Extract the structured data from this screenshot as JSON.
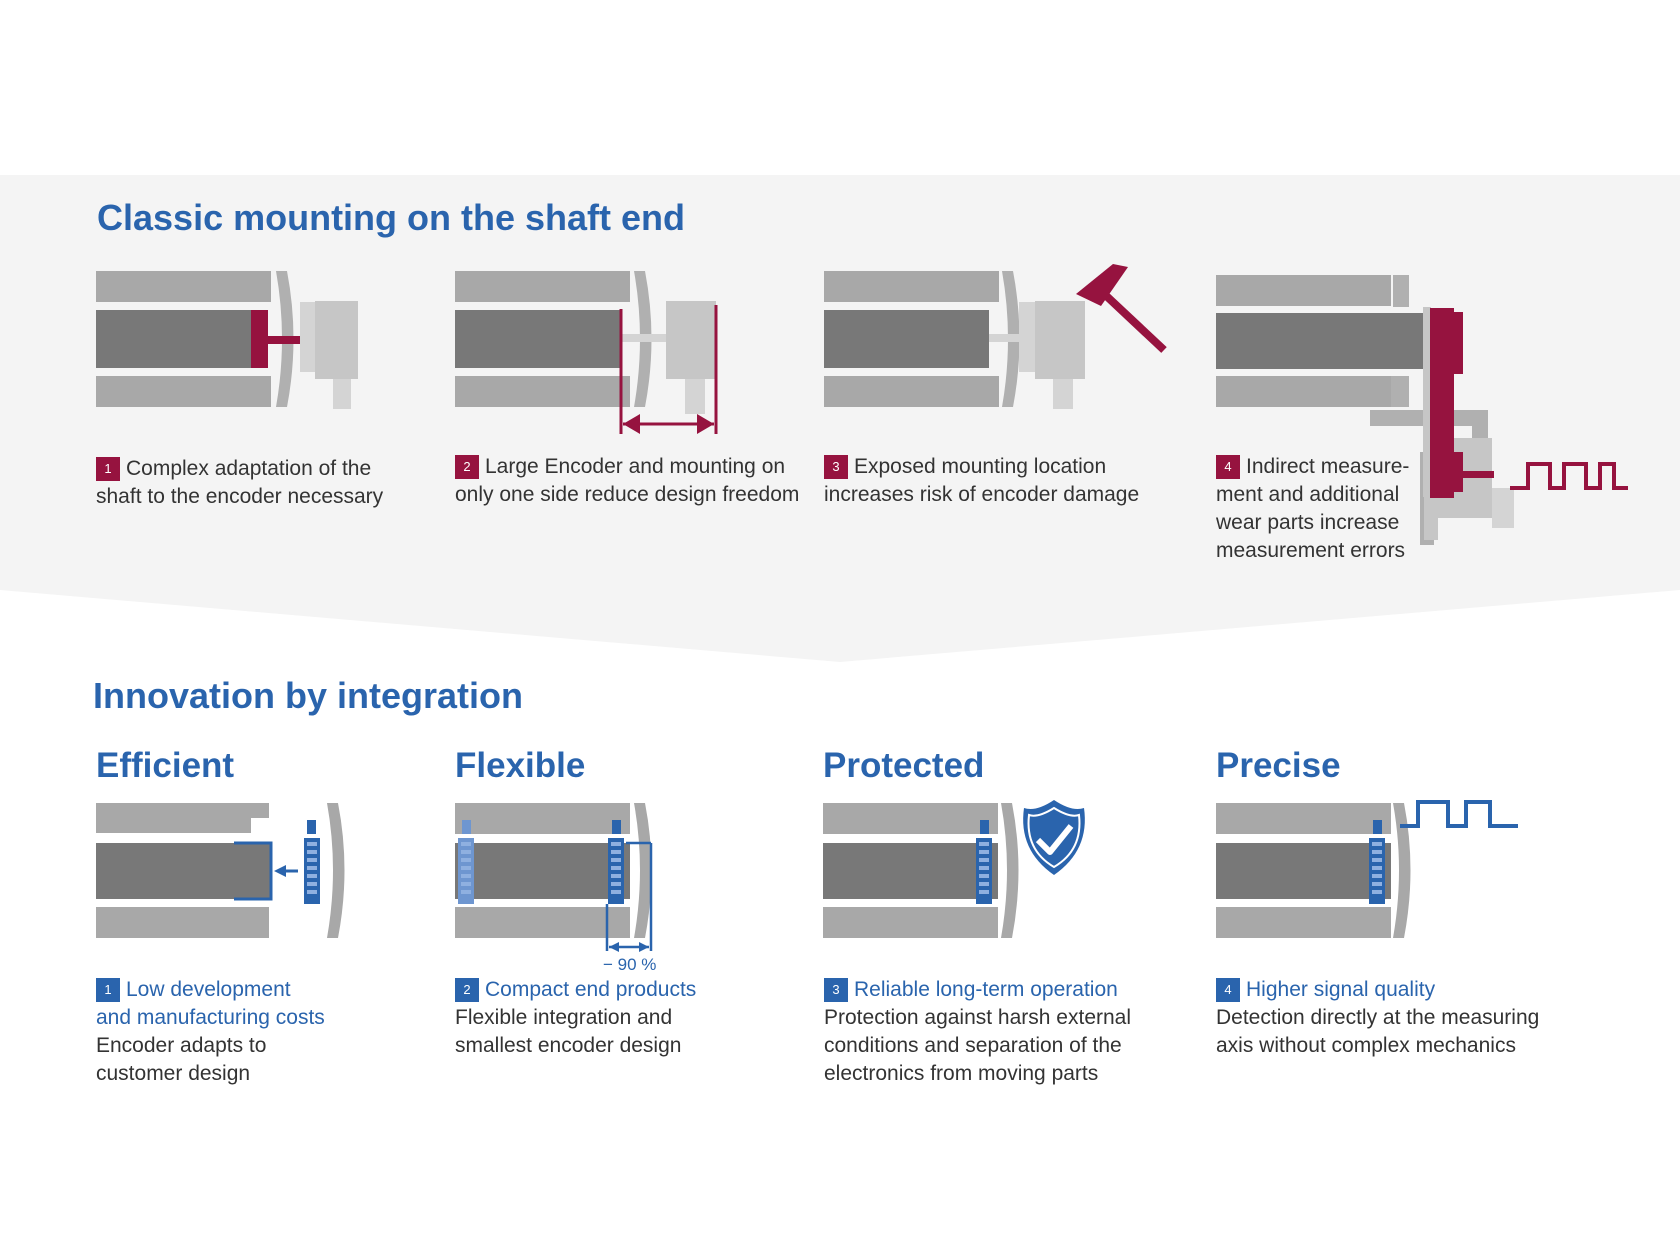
{
  "classic": {
    "title": "Classic mounting on the shaft end",
    "items": [
      {
        "num": "1",
        "lines": [
          "Complex adaptation of the",
          "shaft to the encoder necessary"
        ]
      },
      {
        "num": "2",
        "lines": [
          "Large Encoder and mounting on",
          "only one side reduce design freedom"
        ]
      },
      {
        "num": "3",
        "lines": [
          "Exposed mounting location",
          "increases risk of encoder damage"
        ]
      },
      {
        "num": "4",
        "lines": [
          "Indirect measure-",
          "ment and additional",
          "wear parts increase",
          "measurement errors"
        ]
      }
    ]
  },
  "integration": {
    "title": "Innovation by integration",
    "columns": [
      {
        "heading": "Efficient",
        "num": "1",
        "highlight": [
          "Low development",
          "and manufacturing costs"
        ],
        "desc": [
          "Encoder adapts to",
          "customer design"
        ]
      },
      {
        "heading": "Flexible",
        "num": "2",
        "highlight": [
          "Compact end products"
        ],
        "desc": [
          "Flexible integration and",
          "smallest encoder design"
        ]
      },
      {
        "heading": "Protected",
        "num": "3",
        "highlight": [
          "Reliable long-term operation"
        ],
        "desc": [
          "Protection against harsh external",
          "conditions and separation of the",
          "electronics from moving parts"
        ]
      },
      {
        "heading": "Precise",
        "num": "4",
        "highlight": [
          "Higher signal quality"
        ],
        "desc": [
          "Detection directly at the measuring",
          "axis without complex mechanics"
        ]
      }
    ],
    "reduction_label": "− 90 %"
  },
  "colors": {
    "brand_blue": "#2a64ad",
    "accent_red": "#96133f",
    "panel_gray": "#f4f4f4"
  },
  "icons": [
    "hammer-icon",
    "shield-check-icon",
    "square-wave-signal-icon",
    "double-arrow-icon",
    "left-arrow-icon"
  ]
}
